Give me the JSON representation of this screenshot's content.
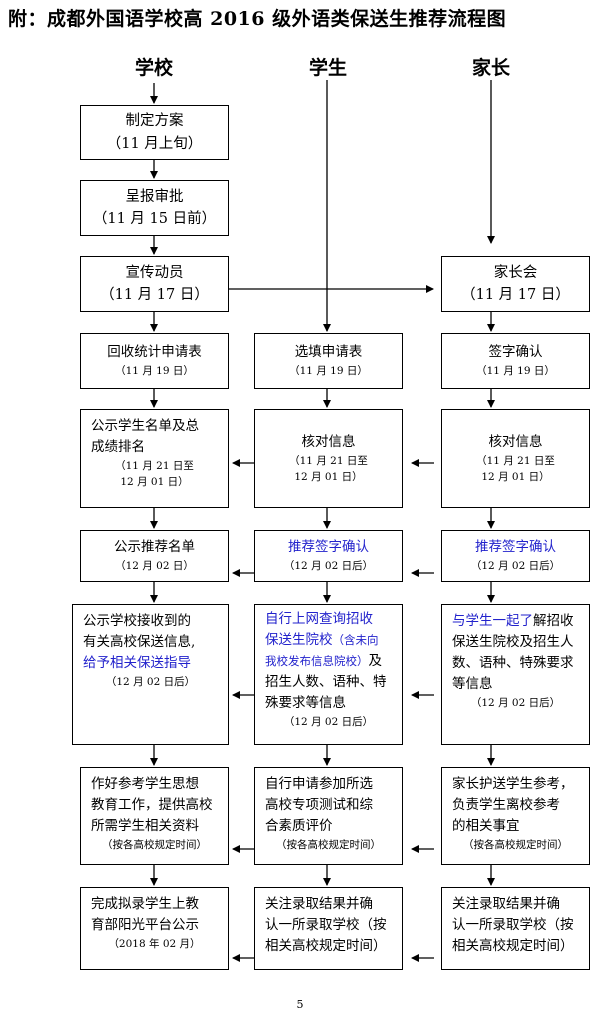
{
  "title": "附：成都外国语学校高 2016 级外语类保送生推荐流程图",
  "columns": [
    "学校",
    "学生",
    "家长"
  ],
  "school": {
    "b1": {
      "line1": "制定方案",
      "line2": "（11 月上旬）"
    },
    "b2": {
      "line1": "呈报审批",
      "line2": "（11 月 15 日前）"
    },
    "b3": {
      "line1": "宣传动员",
      "line2": "（11 月 17 日）"
    },
    "b4": {
      "line1": "回收统计申请表",
      "line2": "（11 月 19 日）"
    },
    "b5": {
      "line1": "公示学生名单及总",
      "line2": "成绩排名",
      "line3": "（11 月 21 日至",
      "line4": "12 月 01 日）"
    },
    "b6": {
      "line1": "公示推荐名单",
      "line2": "（12 月 02 日）"
    },
    "b7": {
      "line1": "公示学校接收到的",
      "line2": "有关高校保送信息,",
      "line3": "给予相关保送指导",
      "line4": "（12 月 02 日后）"
    },
    "b8": {
      "line1": "作好参考学生思想",
      "line2": "教育工作，提供高校",
      "line3": "所需学生相关资料",
      "line4": "（按各高校规定时间）"
    },
    "b9": {
      "line1": "完成拟录学生上教",
      "line2": "育部阳光平台公示",
      "line3": "（2018 年 02 月）"
    }
  },
  "student": {
    "b4": {
      "line1": "选填申请表",
      "line2": "（11 月 19 日）"
    },
    "b5": {
      "line1": "核对信息",
      "line2": "（11 月 21 日至",
      "line3": "12 月 01 日）"
    },
    "b6": {
      "line1": "推荐签字确认",
      "line2": "（12 月 02 日后）"
    },
    "b7": {
      "line1": "自行上网查询招收",
      "line2": "保送生院校",
      "line2b": "（含未向",
      "line3": "我校发布信息院校）",
      "line3b": "及",
      "line4": "招生人数、语种、特",
      "line5": "殊要求等信息",
      "line6": "（12 月 02 日后）"
    },
    "b8": {
      "line1": "自行申请参加所选",
      "line2": "高校专项测试和综",
      "line3": "合素质评价",
      "line4": "（按各高校规定时间）"
    },
    "b9": {
      "line1": "关注录取结果并确",
      "line2": "认一所录取学校（按",
      "line3": "相关高校规定时间）"
    }
  },
  "parent": {
    "b3": {
      "line1": "家长会",
      "line2": "（11 月 17 日）"
    },
    "b4": {
      "line1": "签字确认",
      "line2": "（11 月 19 日）"
    },
    "b5": {
      "line1": "核对信息",
      "line2": "（11 月 21 日至",
      "line3": "12 月 01 日）"
    },
    "b6": {
      "line1": "推荐签字确认",
      "line2": "（12 月 02 日后）"
    },
    "b7": {
      "line1a": "与学生一起了",
      "line1b": "解招收",
      "line2": "保送生院校及招生人",
      "line3": "数、语种、特殊要求",
      "line4": "等信息",
      "line5": "（12 月 02 日后）"
    },
    "b8": {
      "line1": "家长护送学生参考，",
      "line2": "负责学生离校参考",
      "line3": "的相关事宜",
      "line4": "（按各高校规定时间）"
    },
    "b9": {
      "line1": "关注录取结果并确",
      "line2": "认一所录取学校（按",
      "line3": "相关高校规定时间）"
    }
  },
  "page_number": "5",
  "colors": {
    "blue_text": "#2222cc",
    "line": "#000000"
  }
}
